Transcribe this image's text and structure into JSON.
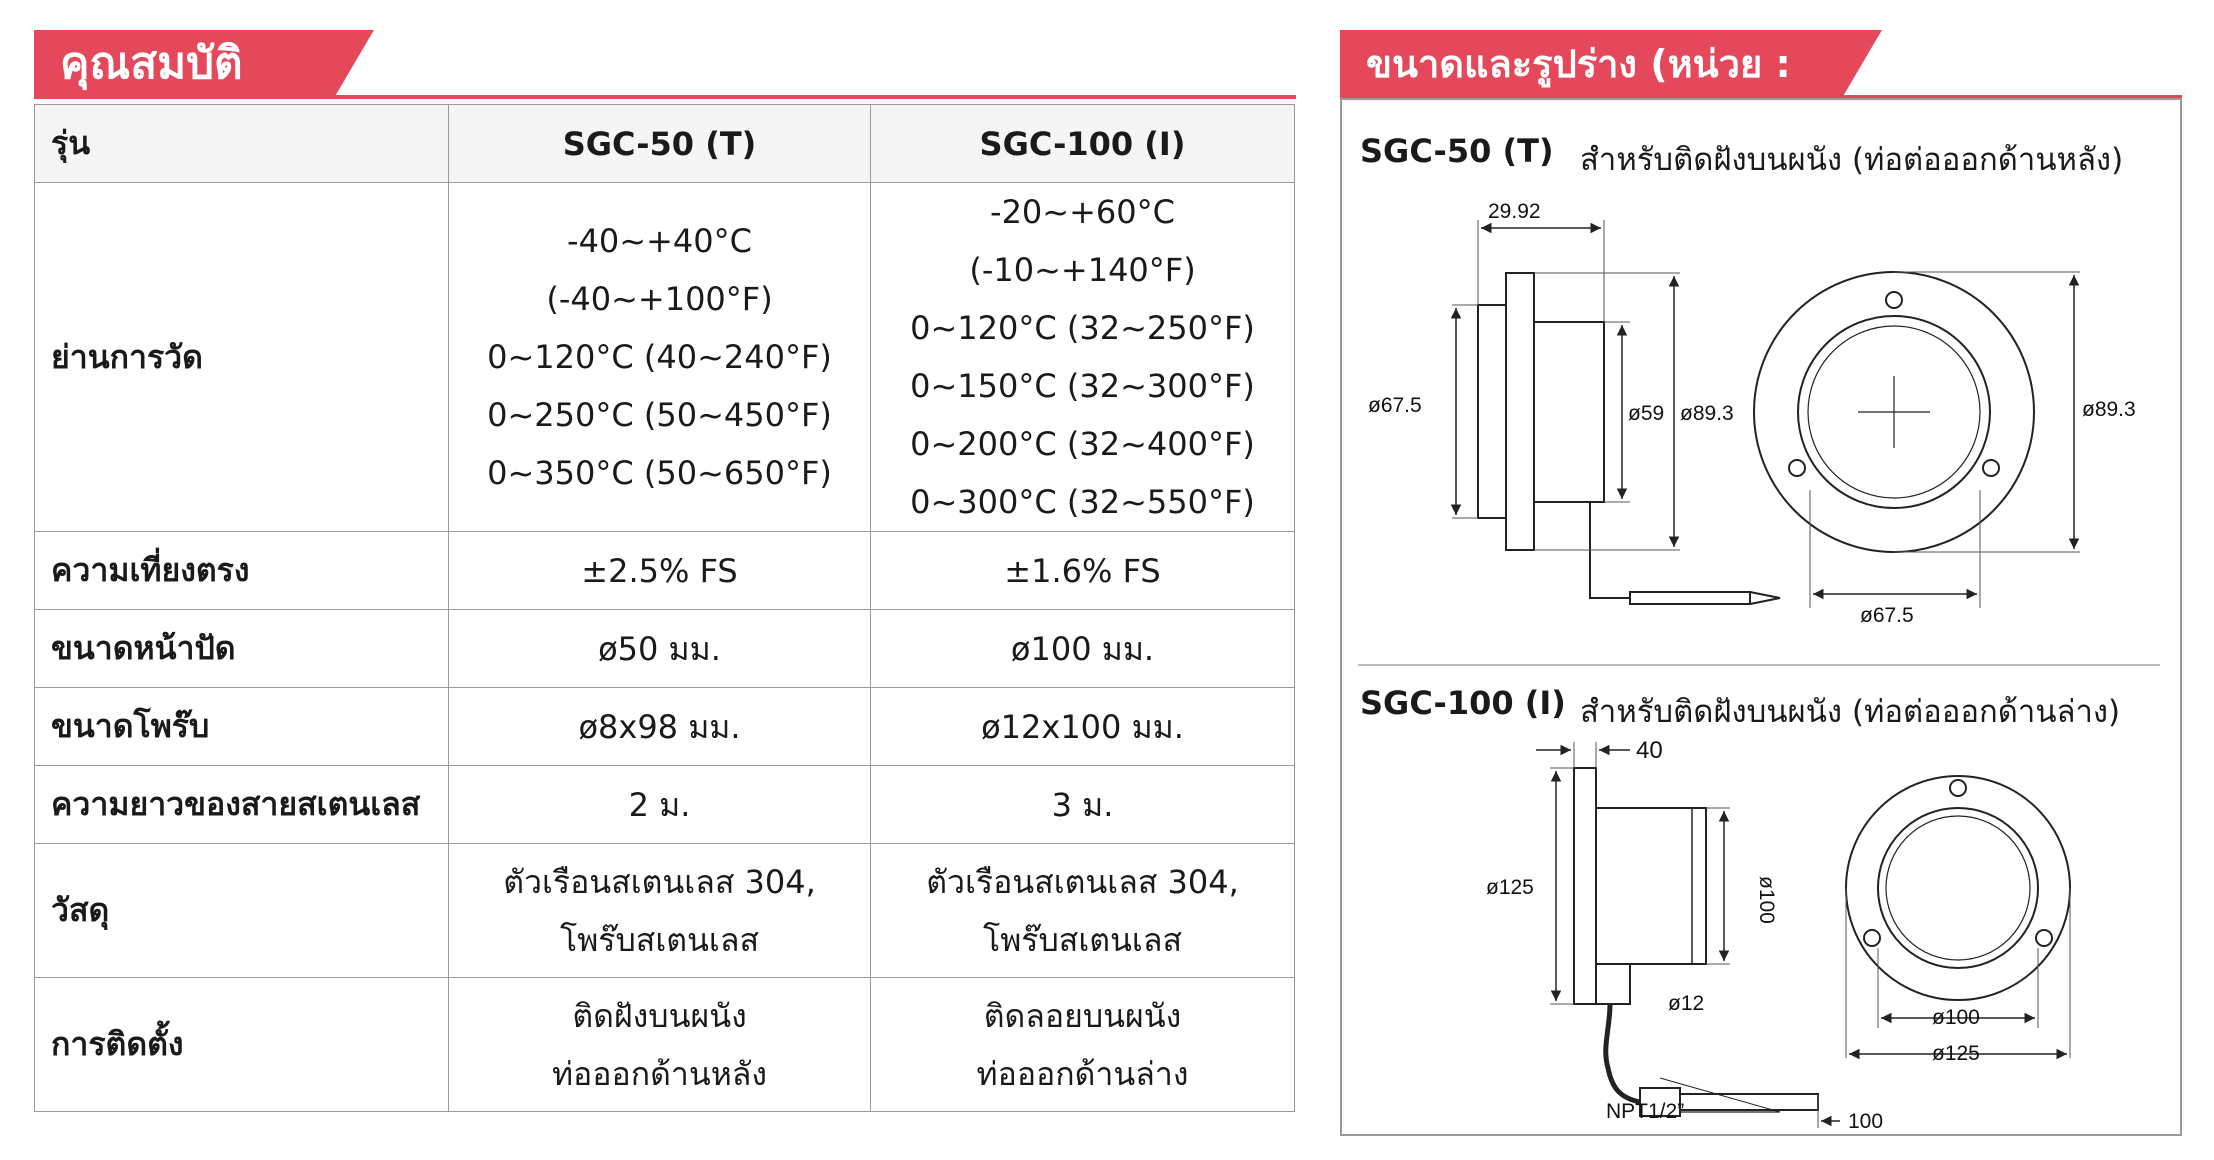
{
  "left_header": "คุณสมบัติ",
  "right_header": "ขนาดและรูปร่าง (หน่วย : มม.)",
  "table": {
    "header": {
      "label": "รุ่น",
      "col1": "SGC-50 (T)",
      "col2": "SGC-100 (I)"
    },
    "range": {
      "label": "ย่านการวัด",
      "col1": [
        "-40~+40°C (-40~+100°F)",
        "0~120°C (40~240°F)",
        "0~250°C (50~450°F)",
        "0~350°C (50~650°F)"
      ],
      "col2": [
        "-20~+60°C (-10~+140°F)",
        "0~120°C (32~250°F)",
        "0~150°C (32~300°F)",
        "0~200°C (32~400°F)",
        "0~300°C (32~550°F)"
      ]
    },
    "accuracy": {
      "label": "ความเที่ยงตรง",
      "col1": "±2.5% FS",
      "col2": "±1.6% FS"
    },
    "dial": {
      "label": "ขนาดหน้าปัด",
      "col1": "ø50 มม.",
      "col2": "ø100 มม."
    },
    "probe": {
      "label": "ขนาดโพร๊บ",
      "col1": "ø8x98 มม.",
      "col2": "ø12x100 มม."
    },
    "cable": {
      "label": "ความยาวของสายสเตนเลส",
      "col1": "2 ม.",
      "col2": "3 ม."
    },
    "material": {
      "label": "วัสดุ",
      "col1": [
        "ตัวเรือนสเตนเลส 304,",
        "โพร๊บสเตนเลส"
      ],
      "col2": [
        "ตัวเรือนสเตนเลส 304,",
        "โพร๊บสเตนเลส"
      ]
    },
    "install": {
      "label": "การติดตั้ง",
      "col1": [
        "ติดฝังบนผนัง",
        "ท่อออกด้านหลัง"
      ],
      "col2": [
        "ติดลอยบนผนัง",
        "ท่อออกด้านล่าง"
      ]
    }
  },
  "diagram1": {
    "model": "SGC-50 (T)",
    "desc": "สำหรับติดฝังบนผนัง (ท่อต่อออกด้านหลัง)",
    "dims": {
      "depth": "29.92",
      "face": "ø67.5",
      "inner": "ø59",
      "outer": "ø89.3",
      "front_outer": "ø89.3",
      "front_bottom": "ø67.5"
    }
  },
  "diagram2": {
    "model": "SGC-100 (I)",
    "desc": "สำหรับติดฝังบนผนัง (ท่อต่อออกด้านล่าง)",
    "dims": {
      "depth": "40",
      "outer": "ø125",
      "face": "ø100",
      "probe": "ø12",
      "thread": "NPT1/2”",
      "length": "100",
      "front_inner": "ø100",
      "front_outer": "ø125"
    }
  }
}
